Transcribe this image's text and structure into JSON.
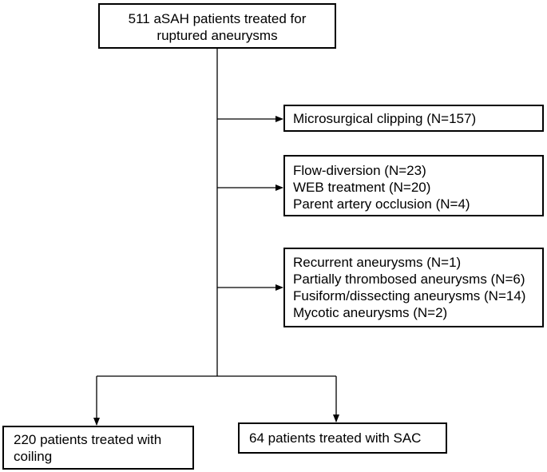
{
  "flowchart": {
    "start": {
      "lines": [
        "511 aSAH patients treated for",
        "ruptured aneurysms"
      ]
    },
    "exclusions": [
      {
        "lines": [
          "Microsurgical clipping (N=157)"
        ]
      },
      {
        "lines": [
          "Flow-diversion (N=23)",
          "WEB treatment (N=20)",
          "Parent artery occlusion (N=4)"
        ]
      },
      {
        "lines": [
          "Recurrent aneurysms (N=1)",
          "Partially thrombosed aneurysms (N=6)",
          "Fusiform/dissecting aneurysms (N=14)",
          "Mycotic aneurysms (N=2)"
        ]
      }
    ],
    "outcomes": [
      {
        "lines": [
          "220 patients treated with",
          "coiling"
        ]
      },
      {
        "lines": [
          "64 patients treated with SAC"
        ]
      }
    ]
  }
}
